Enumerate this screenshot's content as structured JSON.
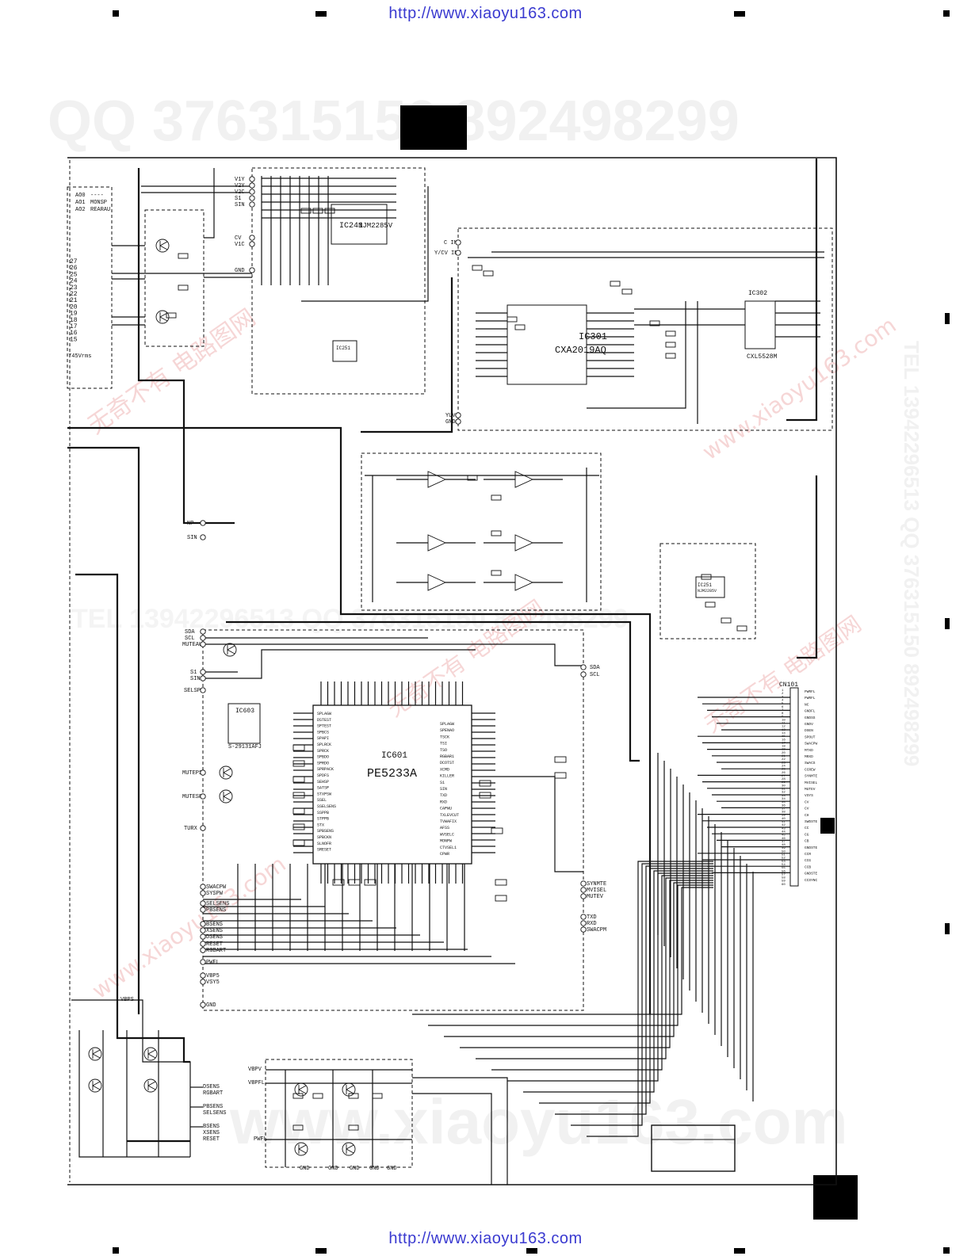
{
  "header_url": "http://www.xiaoyu163.com",
  "footer_url": "http://www.xiaoyu163.com",
  "watermarks": {
    "qq_line": "QQ 376315150   892498299",
    "side_line": "TEL 13942296513  QQ 376315150 892498299",
    "center_line": "TEL 13942296513  QQ 376315150 892498299",
    "bottom_line": "www.xiaoyu163.com",
    "chinese": "无奇不有 电路图网",
    "site": "www.xiaoyu163.com"
  },
  "chips": {
    "ic241_ref": "IC241",
    "ic241_part": "NJM2285V",
    "ic301_ref": "IC301",
    "ic301_part": "CXA2019AQ",
    "ic302_ref": "IC302",
    "ic302_part": "CXL5528M",
    "ic601_ref": "IC601",
    "ic601_part": "PE5233A",
    "ic603_ref": "IC603",
    "ic603_part": "S-29131AFJ",
    "ic251_ref": "IC251",
    "ic251_part": "NJM2285V"
  },
  "connector": {
    "ref": "CN101"
  },
  "table_left": {
    "rows": [
      [
        "AO0",
        "----"
      ],
      [
        "AO1",
        "MONSP"
      ],
      [
        "AO2",
        "REARAU"
      ]
    ]
  },
  "left_pins": [
    "27",
    "26",
    "25",
    "24",
    "23",
    "22",
    "21",
    "20",
    "19",
    "18",
    "17",
    "16",
    "15"
  ],
  "left_note": "745Vrms",
  "nets_top": [
    "V1Y",
    "V2Y",
    "V2C",
    "S1",
    "SIN",
    "CV",
    "V1C",
    "GND"
  ],
  "nets_ic301": [
    "C IN",
    "Y/CV IN",
    "YUV",
    "GND"
  ],
  "nets_mid": [
    "NP",
    "SIN",
    "SDA",
    "SCL",
    "MUTEAU",
    "S1",
    "SIN",
    "SELSP",
    "MUTEPS",
    "MUTESP",
    "TURX"
  ],
  "nets_right_ic601": [
    "SDA",
    "SCL",
    "SYNMTE",
    "MVISEL",
    "MUTEV",
    "TXD",
    "RXD",
    "SWACPM"
  ],
  "nets_lower_left": [
    "SWACPW",
    "SYSPW",
    "SELSENS",
    "PBSENS",
    "BSENS",
    "XSENS",
    "DSENS",
    "RESET",
    "RGBART",
    "PWFL",
    "VBP5",
    "VSY5",
    "GND"
  ],
  "nets_bottom": [
    "VBPS",
    "DSENS",
    "RGBART",
    "PBSENS",
    "SELSENS",
    "BSENS",
    "XSENS",
    "RESET",
    "VBPV",
    "VBPFL",
    "PWFL",
    "GND",
    "GND",
    "GND",
    "GND",
    "GND"
  ],
  "ic601_pins_left": [
    "SPLAGW",
    "DSTEST",
    "SPTEST",
    "SPBCS",
    "SPAPI",
    "SPLRCK",
    "SPRCK",
    "SPBDO",
    "SPRDO",
    "SPRPACK",
    "SPDFS",
    "SEHSP",
    "SATSP",
    "STXPSW",
    "SSEL",
    "SSELSENS",
    "SSPPB",
    "STPPB",
    "STX",
    "SPBSENS",
    "SPBCKN",
    "SLNOFR",
    "SRESET"
  ],
  "ic601_pins_right": [
    "SPLAGW",
    "SPENAO",
    "TSCK",
    "TSI",
    "TSO",
    "RGBAR1",
    "DCOTST",
    "XCMD",
    "KILLER",
    "S1",
    "SIN",
    "TXD",
    "RXD",
    "CAPWU",
    "TXLEVCUT",
    "TVWAFIX",
    "AFSS",
    "WVSELC",
    "MONPW",
    "CTVSEL1",
    "CPWR"
  ],
  "cn101_labels": [
    "PWRFL",
    "PWRFL",
    "NC",
    "GNDFL",
    "GNDSS",
    "GNDV",
    "DSEN",
    "SPOUT",
    "SWACPW",
    "MTXD",
    "MRXD",
    "SWACS",
    "CCREW",
    "SYNMTE",
    "MVISEL",
    "MUTEV",
    "VSYS",
    "CV",
    "CV",
    "CH",
    "SWDSTE",
    "CC",
    "CG",
    "CB",
    "GNDSTE",
    "CCR",
    "CCG",
    "CCB",
    "GNDSTE",
    "CCSYNC"
  ],
  "cn101_pins": [
    "1",
    "2",
    "3",
    "4",
    "5",
    "6",
    "7",
    "8",
    "9",
    "10",
    "11",
    "12",
    "13",
    "14",
    "15",
    "16",
    "17",
    "18",
    "19",
    "20",
    "21",
    "22",
    "23",
    "24",
    "25",
    "26",
    "27",
    "28",
    "29",
    "30",
    "31",
    "32",
    "33",
    "34",
    "35",
    "36",
    "37",
    "38",
    "39",
    "40",
    "41",
    "42",
    "43",
    "44",
    "45",
    "46",
    "47",
    "48",
    "49",
    "50",
    "51",
    "52",
    "53",
    "54",
    "55",
    "56",
    "57",
    "58",
    "59",
    "60"
  ]
}
